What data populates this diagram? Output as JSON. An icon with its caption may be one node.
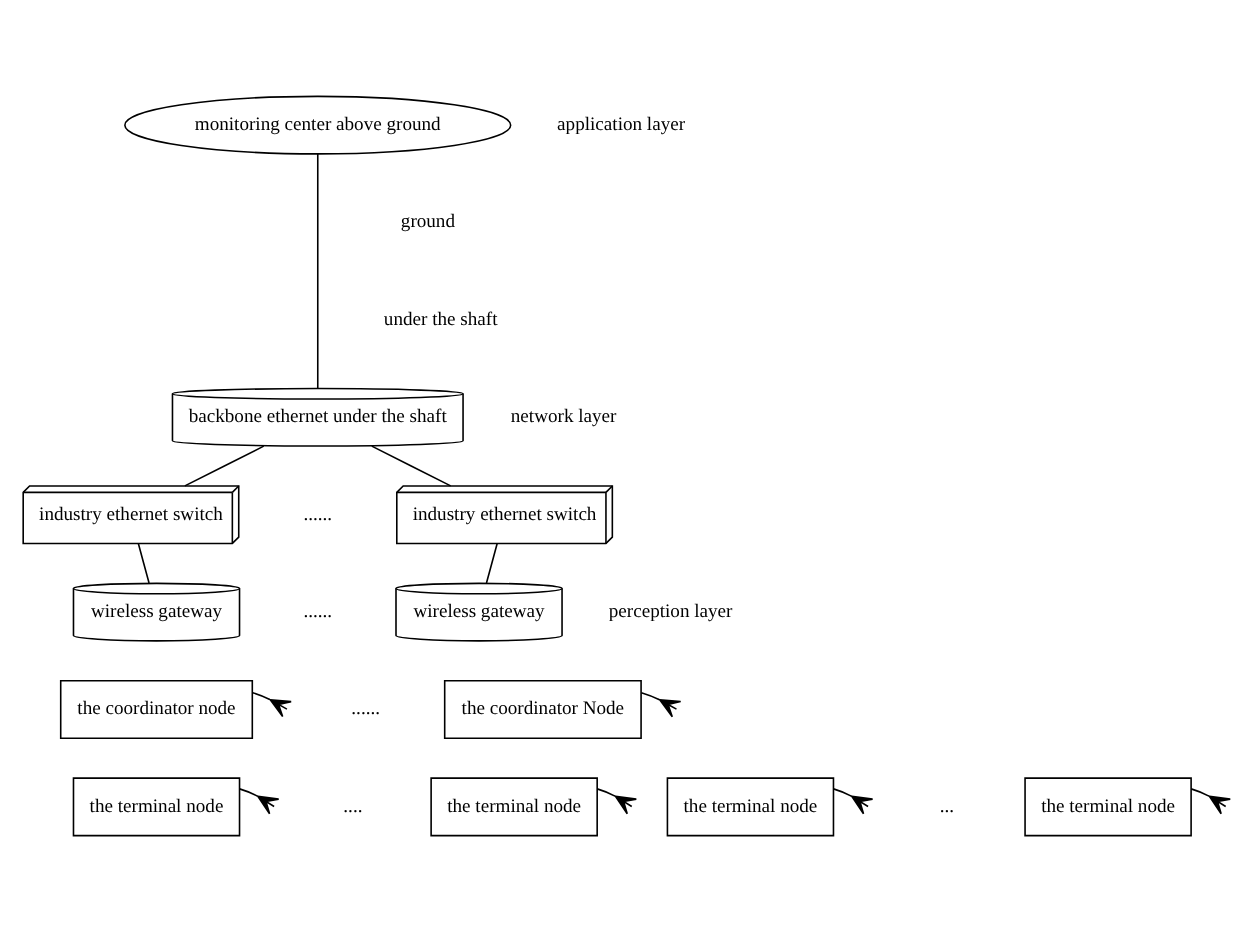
{
  "diagram": {
    "nodes": [
      {
        "text": [
          "monitoring center above ground"
        ]
      },
      {
        "text": [
          "backbone ethernet under the shaft"
        ]
      },
      {
        "text": [
          "industry ethernet switch"
        ]
      },
      {
        "text": [
          "industry ethernet switch"
        ]
      },
      {
        "text": [
          "wireless gateway"
        ]
      },
      {
        "text": [
          "wireless gateway"
        ]
      },
      {
        "text": [
          "the coordinator node"
        ]
      },
      {
        "text": [
          "the coordinator Node"
        ]
      },
      {
        "text": [
          "the terminal node"
        ]
      },
      {
        "text": [
          "the terminal node"
        ]
      },
      {
        "text": [
          "the terminal node"
        ]
      },
      {
        "text": [
          "the terminal node"
        ]
      }
    ],
    "edges": [
      {
        "from": 0,
        "to": 1,
        "arrow": "none"
      },
      {
        "from": 1,
        "to": 2,
        "arrow": "none"
      },
      {
        "from": 1,
        "to": 3,
        "arrow": "none"
      },
      {
        "from": 2,
        "to": 4,
        "arrow": "none"
      },
      {
        "from": 3,
        "to": 5,
        "arrow": "none"
      },
      {
        "from": 6,
        "to": null,
        "arrow": "other"
      },
      {
        "from": 7,
        "to": null,
        "arrow": "other"
      },
      {
        "from": 8,
        "to": null,
        "arrow": "other"
      },
      {
        "from": 9,
        "to": null,
        "arrow": "other"
      },
      {
        "from": 10,
        "to": null,
        "arrow": "other"
      },
      {
        "from": 11,
        "to": null,
        "arrow": "other"
      }
    ],
    "labels": [
      "application layer",
      "ground",
      "under the shaft",
      "network layer",
      "......",
      "perception layer",
      "......",
      "......",
      "....",
      "..."
    ]
  }
}
